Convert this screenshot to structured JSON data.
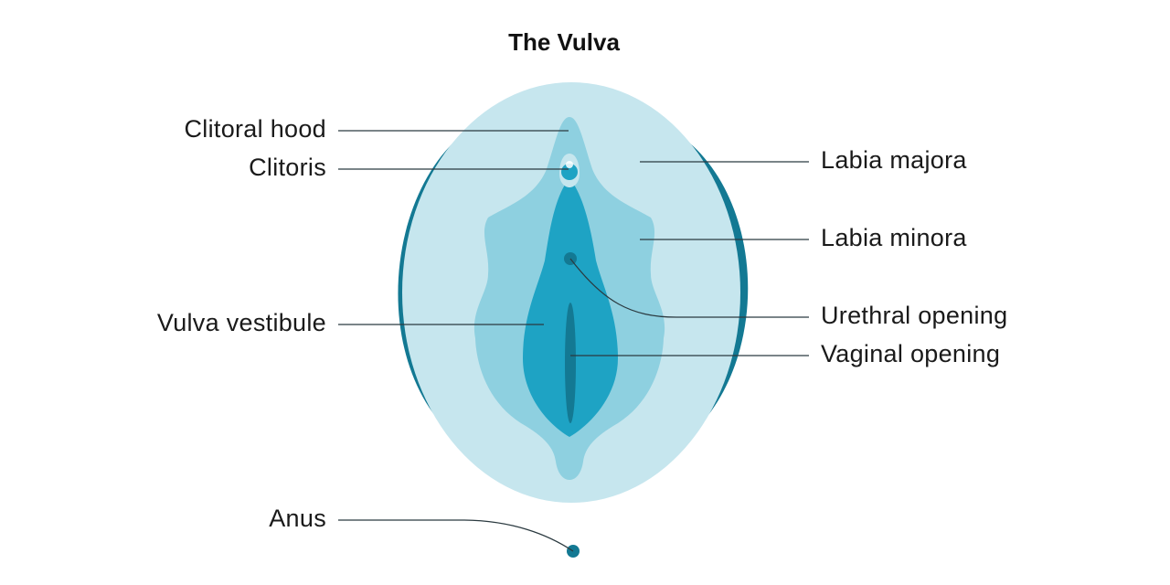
{
  "title": "The Vulva",
  "labels": {
    "clitoral_hood": "Clitoral hood",
    "clitoris": "Clitoris",
    "vulva_vestibule": "Vulva vestibule",
    "anus": "Anus",
    "labia_majora": "Labia majora",
    "labia_minora": "Labia minora",
    "urethral_opening": "Urethral opening",
    "vaginal_opening": "Vaginal opening"
  },
  "colors": {
    "outer_arc": "#137993",
    "labia_majora": "#c6e6ee",
    "labia_minora": "#8ed0e0",
    "vestibule": "#1ea3c4",
    "opening": "#137993",
    "leader_line": "#2b3a40"
  }
}
